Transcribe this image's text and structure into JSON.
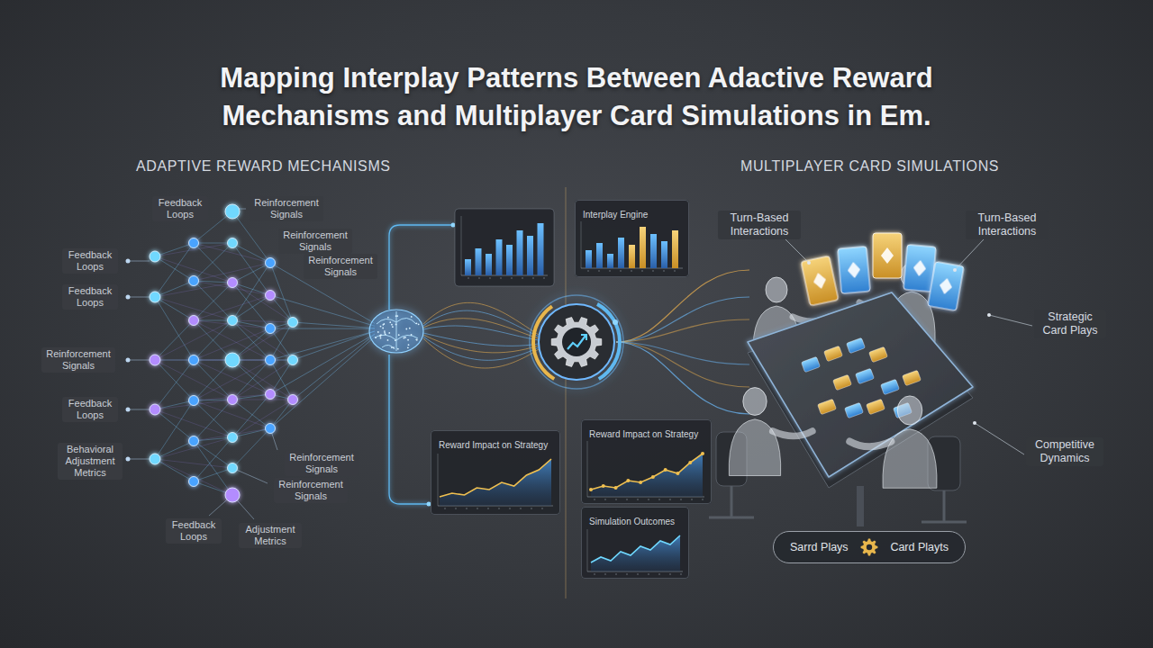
{
  "diagram": {
    "title": "Mapping Interplay Patterns Between Adactive Reward Mechanisms and Multiplayer Card Simulations in Em.",
    "nodes": [
      {
        "text": [
          "Interplay Engine"
        ]
      },
      {
        "text": [
          "Reward Impact on Strategy"
        ]
      },
      {
        "text": [
          "Reward Impact on Strategy"
        ]
      },
      {
        "text": [
          "Simulation Outcomes"
        ]
      },
      {
        "text": [
          "Sarrd Plays",
          "Card Playts"
        ]
      }
    ],
    "labels": [
      "ADAPTIVE REWARD MECHANISMS",
      "MULTIPLAYER CARD SIMULATIONS",
      "Feedback Loops",
      "Reinforcement Signals",
      "Feedback Loops",
      "Reinforcement Signals",
      "Reinforcement Signals",
      "Feedback Loops",
      "Reinforcement Signals",
      "Feedback Loops",
      "Behavioral Adjustment Metrics",
      "Reinforcement Signals",
      "Reinforcement Signals",
      "Feedback Loops",
      "Adjustment Metrics",
      "Turn-Based Interactions",
      "Turn-Based Interactions",
      "Strategic Card Plays",
      "Competitive Dynamics"
    ]
  }
}
